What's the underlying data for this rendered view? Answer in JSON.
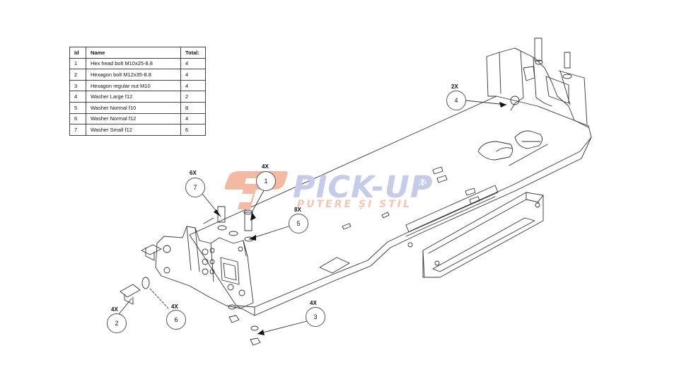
{
  "table": {
    "headers": {
      "id": "Id",
      "name": "Name",
      "total": "Total:"
    },
    "rows": [
      {
        "id": "1",
        "name": "Hex head bolt M10x25-8.8",
        "total": "4"
      },
      {
        "id": "2",
        "name": "Hexagon bolt M12x35-8.8",
        "total": "4"
      },
      {
        "id": "3",
        "name": "Hexagon regular nut M10",
        "total": "4"
      },
      {
        "id": "4",
        "name": "Washer Large f12",
        "total": "2"
      },
      {
        "id": "5",
        "name": "Washer Normal f10",
        "total": "8"
      },
      {
        "id": "6",
        "name": "Washer Normal f12",
        "total": "4"
      },
      {
        "id": "7",
        "name": "Washer Small f12",
        "total": "6"
      }
    ]
  },
  "callouts": [
    {
      "number": "1",
      "qty": "4X"
    },
    {
      "number": "2",
      "qty": "4X"
    },
    {
      "number": "3",
      "qty": "4X"
    },
    {
      "number": "4",
      "qty": "2X"
    },
    {
      "number": "5",
      "qty": "8X"
    },
    {
      "number": "6",
      "qty": "4X"
    },
    {
      "number": "7",
      "qty": "6X"
    }
  ],
  "watermark": {
    "brand": "PICK-UP",
    "suffix": ".RO",
    "tagline": "PUTERE ȘI STIL",
    "primary_color": "#c5cbe8",
    "accent_color": "#f3b9a3"
  },
  "colors": {
    "line": "#333333",
    "background": "#ffffff"
  }
}
